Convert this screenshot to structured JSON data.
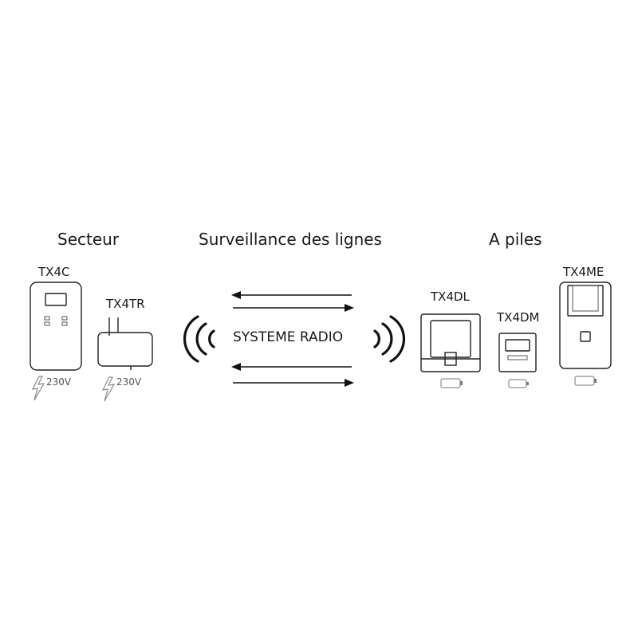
{
  "sections": {
    "mains": "Secteur",
    "monitoring": "Surveillance des lignes",
    "battery": "A piles"
  },
  "center_label": "SYSTEME RADIO",
  "devices": {
    "tx4c": {
      "name": "TX4C",
      "power": "230V"
    },
    "tx4tr": {
      "name": "TX4TR",
      "power": "230V"
    },
    "tx4dl": {
      "name": "TX4DL"
    },
    "tx4dm": {
      "name": "TX4DM"
    },
    "tx4me": {
      "name": "TX4ME"
    }
  },
  "icons": {
    "power": "lightning-bolt-icon",
    "battery": "battery-icon",
    "signal": "radio-waves-icon",
    "arrow": "arrow-icon"
  }
}
